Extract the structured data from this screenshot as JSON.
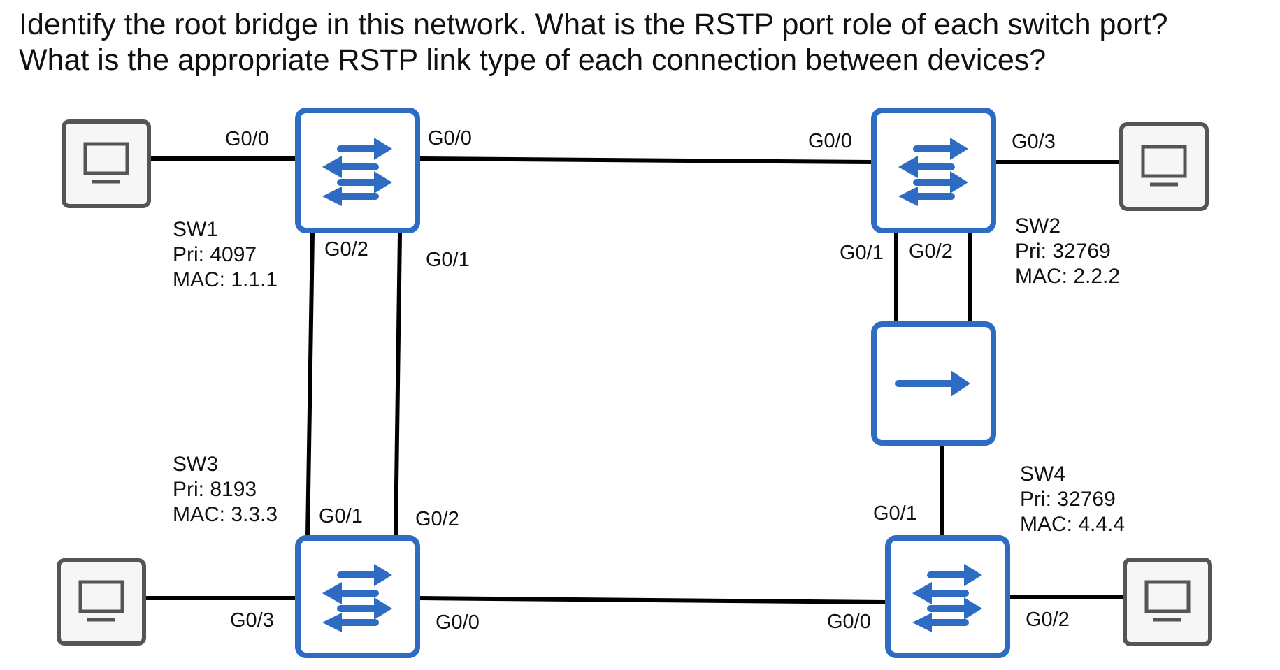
{
  "question": {
    "line1": "Identify the root bridge in this network.  What is the RSTP port role of each switch port?",
    "line2": "What is the appropriate RSTP link type of each connection between devices?"
  },
  "colors": {
    "device_blue": "#2e6cc4",
    "pc_gray": "#555555",
    "link": "#000000"
  },
  "switches": [
    {
      "id": "sw1",
      "name": "SW1",
      "priority": "Pri: 4097",
      "mac": "MAC: 1.1.1",
      "icon": "switch-icon"
    },
    {
      "id": "sw2",
      "name": "SW2",
      "priority": "Pri: 32769",
      "mac": "MAC: 2.2.2",
      "icon": "switch-icon"
    },
    {
      "id": "sw3",
      "name": "SW3",
      "priority": "Pri: 8193",
      "mac": "MAC: 3.3.3",
      "icon": "switch-icon"
    },
    {
      "id": "sw4",
      "name": "SW4",
      "priority": "Pri: 32769",
      "mac": "MAC: 4.4.4",
      "icon": "switch-icon"
    }
  ],
  "hub": {
    "icon": "hub-icon"
  },
  "pcs": [
    {
      "id": "pc1",
      "icon": "pc-icon"
    },
    {
      "id": "pc2",
      "icon": "pc-icon"
    },
    {
      "id": "pc3",
      "icon": "pc-icon"
    },
    {
      "id": "pc4",
      "icon": "pc-icon"
    }
  ],
  "ports": {
    "sw1_g00_pc": "G0/0",
    "sw1_g00_sw2": "G0/0",
    "sw1_g02": "G0/2",
    "sw1_g01": "G0/1",
    "sw2_g00": "G0/0",
    "sw2_g03": "G0/3",
    "sw2_g01": "G0/1",
    "sw2_g02": "G0/2",
    "sw3_g01": "G0/1",
    "sw3_g02": "G0/2",
    "sw3_g03": "G0/3",
    "sw3_g00": "G0/0",
    "sw4_g01": "G0/1",
    "sw4_g00": "G0/0",
    "sw4_g02": "G0/2"
  }
}
